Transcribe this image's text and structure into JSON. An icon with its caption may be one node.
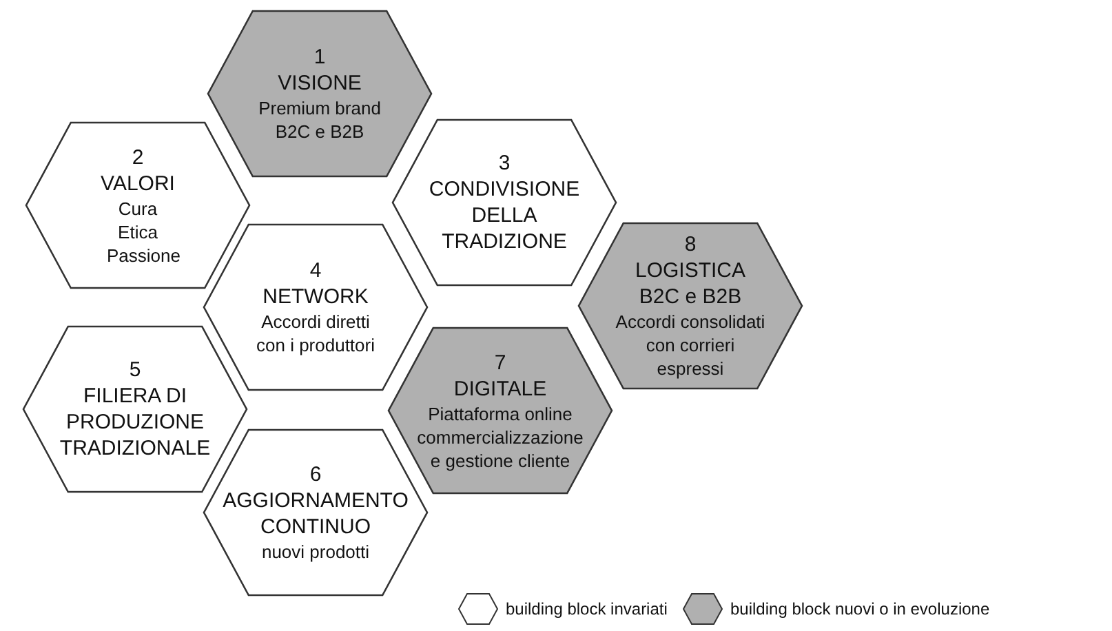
{
  "diagram": {
    "nodes": [
      {
        "text": [
          "1",
          "VISIONE",
          "Premium brand B2C e B2B"
        ]
      },
      {
        "text": [
          "2",
          "VALORI",
          "Cura Etica Passione"
        ]
      },
      {
        "text": [
          "3",
          "CONDIVISIONE DELLA TRADIZIONE"
        ]
      },
      {
        "text": [
          "4",
          "NETWORK",
          "Accordi diretti con i produttori"
        ]
      },
      {
        "text": [
          "5",
          "FILIERA DI PRODUZIONE TRADIZIONALE"
        ]
      },
      {
        "text": [
          "6",
          "AGGIORNAMENTO CONTINUO",
          "nuovi prodotti"
        ]
      },
      {
        "text": [
          "7",
          "DIGITALE",
          "Piattaforma online commercializzazione e gestione cliente"
        ]
      },
      {
        "text": [
          "8",
          "LOGISTICA B2C e B2B",
          "Accordi consolidati con corrieri espressi"
        ]
      }
    ],
    "legend": [
      {
        "text": "building block invariati"
      },
      {
        "text": "building block nuovi o in evoluzione"
      }
    ]
  }
}
